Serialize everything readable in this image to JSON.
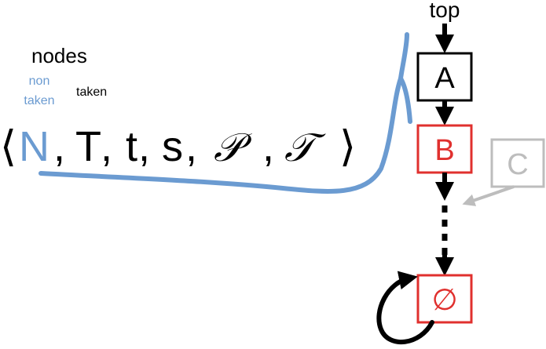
{
  "labels": {
    "nodes": "nodes",
    "non": "non",
    "non_taken": "taken",
    "taken": "taken",
    "top": "top"
  },
  "tuple": {
    "open": "⟨",
    "N": "N",
    "c1": ",",
    "T": "T",
    "c2": ",",
    "t": "t",
    "c3": ",",
    "s": "s",
    "c4": ",",
    "P": "𝒫",
    "c5": ",",
    "Tcal": "𝒯",
    "close": "⟩"
  },
  "boxes": {
    "A": "A",
    "B": "B",
    "C": "C",
    "empty": "∅"
  },
  "colors": {
    "black": "#000000",
    "blue": "#6b9bd1",
    "red": "#e0302e",
    "gray": "#bdbdbd"
  }
}
